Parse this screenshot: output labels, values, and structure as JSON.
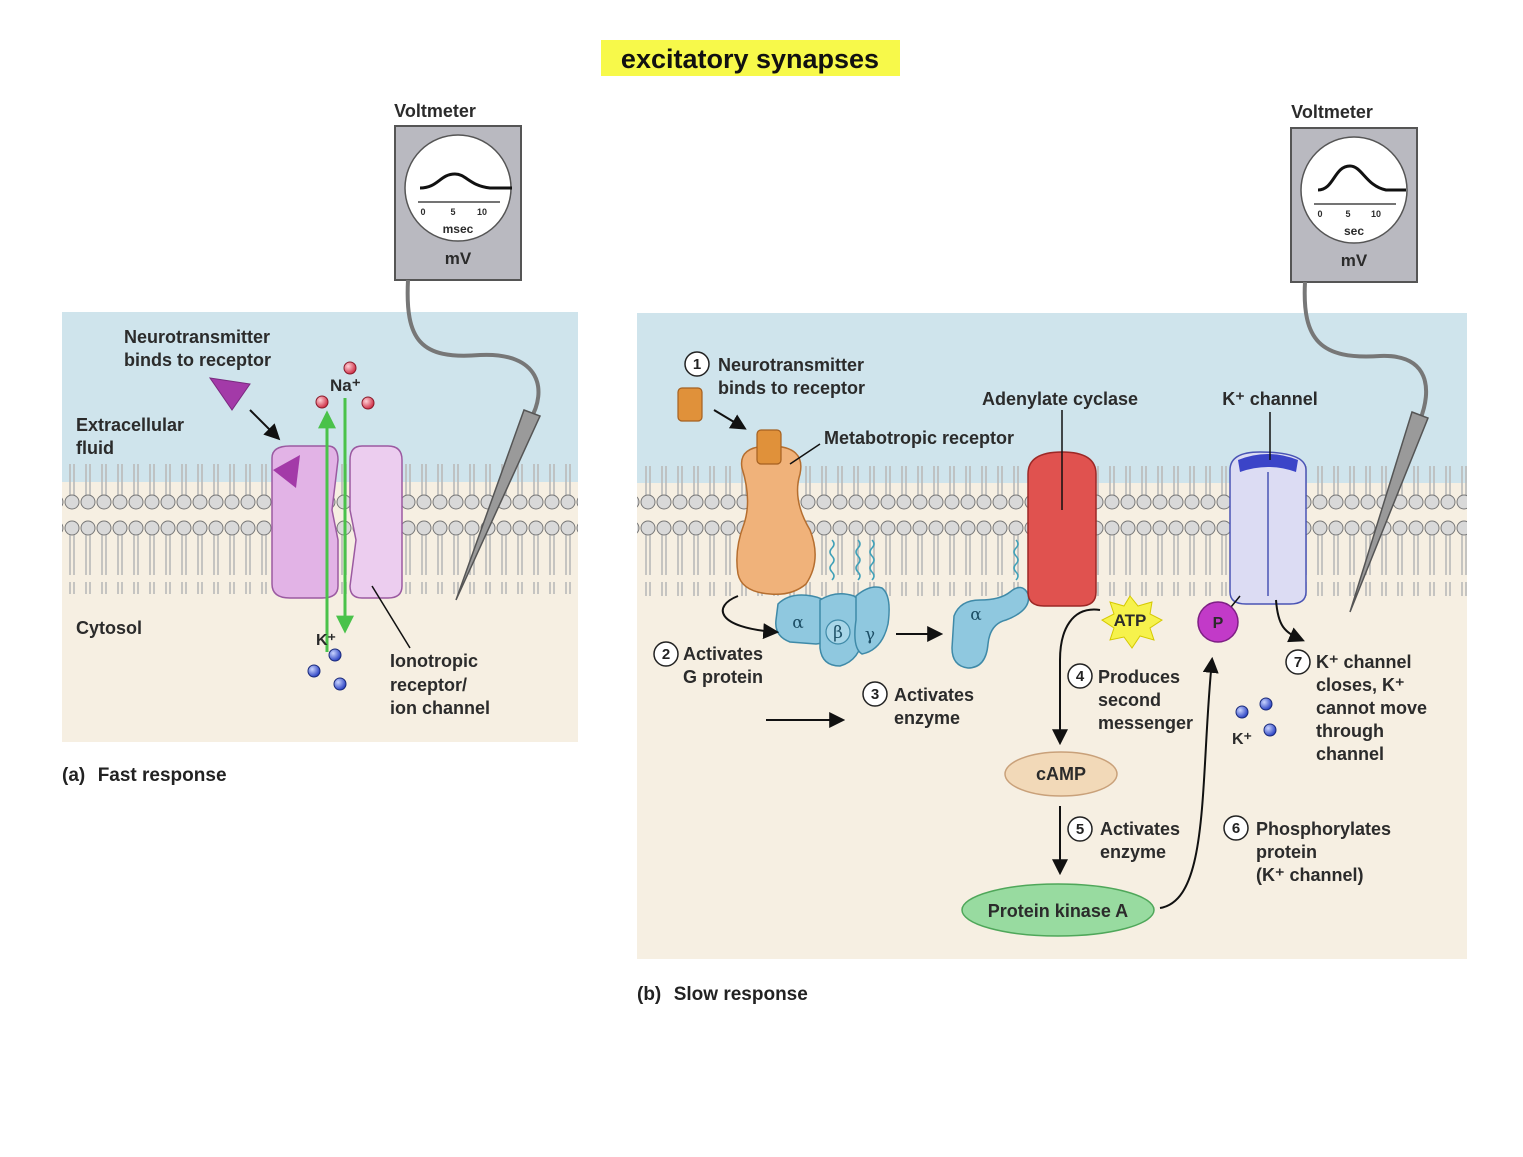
{
  "title": "excitatory synapses",
  "panel_a": {
    "caption_letter": "(a)",
    "caption_text": "Fast response",
    "voltmeter": {
      "title": "Voltmeter",
      "ticks": [
        "0",
        "5",
        "10"
      ],
      "time_unit": "msec",
      "unit": "mV"
    },
    "labels": {
      "neurotransmitter": [
        "Neurotransmitter",
        "binds to receptor"
      ],
      "extracellular": [
        "Extracellular",
        "fluid"
      ],
      "cytosol": "Cytosol",
      "na_ion": "Na⁺",
      "k_ion": "K⁺",
      "ionotropic": [
        "Ionotropic",
        "receptor/",
        "ion channel"
      ]
    }
  },
  "panel_b": {
    "caption_letter": "(b)",
    "caption_text": "Slow response",
    "voltmeter": {
      "title": "Voltmeter",
      "ticks": [
        "0",
        "5",
        "10"
      ],
      "time_unit": "sec",
      "unit": "mV"
    },
    "labels": {
      "step1_num": "1",
      "step1": [
        "Neurotransmitter",
        "binds to receptor"
      ],
      "metabotropic": "Metabotropic receptor",
      "adenylate": "Adenylate cyclase",
      "k_channel": "K⁺ channel",
      "step2_num": "2",
      "step2": [
        "Activates",
        "G protein"
      ],
      "step3_num": "3",
      "step3": [
        "Activates",
        "enzyme"
      ],
      "step4_num": "4",
      "step4": [
        "Produces",
        "second",
        "messenger"
      ],
      "step5_num": "5",
      "step5": [
        "Activates",
        "enzyme"
      ],
      "step6_num": "6",
      "step6": [
        "Phosphorylates",
        "protein",
        "(K⁺ channel)"
      ],
      "step7_num": "7",
      "step7": [
        "K⁺ channel",
        "closes, K⁺",
        "cannot move",
        "through",
        "channel"
      ],
      "alpha": "α",
      "beta": "β",
      "gamma": "γ",
      "atp": "ATP",
      "camp": "cAMP",
      "pka": "Protein kinase A",
      "phosphate": "P",
      "k_ion": "K⁺"
    }
  },
  "colors": {
    "extracellular": "#cfe4ec",
    "cytosol": "#f6efe2",
    "ionotropic": "#e2b3e6",
    "metabotropic": "#f0b27a",
    "g_protein": "#8fc8df",
    "adenylate_cyclase": "#e0524f",
    "k_channel": "#dcdcf3",
    "camp": "#f2d9b8",
    "pka": "#98dba0",
    "atp": "#f6f24c",
    "ion_arrow": "#4ac24a"
  }
}
